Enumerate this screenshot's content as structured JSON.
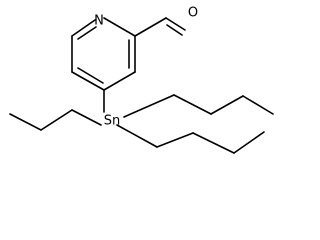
{
  "molecule": {
    "atoms": {
      "nitrogen": "N",
      "oxygen": "O",
      "tin": "Sn"
    }
  },
  "colors": {
    "background": "#ffffff",
    "ink": "#000000"
  }
}
